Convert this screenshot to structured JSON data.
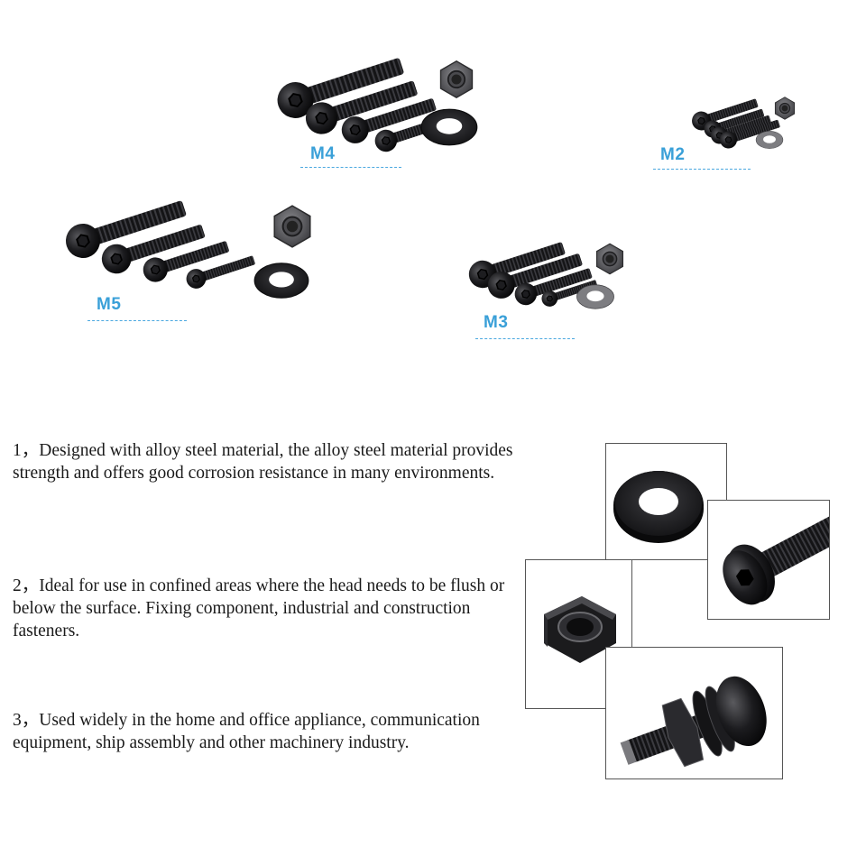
{
  "size_groups": [
    {
      "id": "m4",
      "label": "M4"
    },
    {
      "id": "m2",
      "label": "M2"
    },
    {
      "id": "m5",
      "label": "M5"
    },
    {
      "id": "m3",
      "label": "M3"
    }
  ],
  "features": [
    {
      "number": "1，",
      "text": "Designed with alloy steel material, the alloy steel material provides strength and offers good corrosion resistance in many environments."
    },
    {
      "number": "2，",
      "text": "Ideal for use in confined areas where the head needs to be flush or below the surface. Fixing component, industrial and construction fasteners."
    },
    {
      "number": "3，",
      "text": "Used widely in the home and office appliance, communication equipment, ship assembly and other machinery industry."
    }
  ],
  "detail_photos": [
    {
      "id": "washer",
      "icon": "washer-icon"
    },
    {
      "id": "button-head-screw",
      "icon": "button-head-screw-icon"
    },
    {
      "id": "hex-nut",
      "icon": "hex-nut-icon"
    },
    {
      "id": "screw-assembly",
      "icon": "screw-nut-washer-assembly-icon"
    }
  ]
}
